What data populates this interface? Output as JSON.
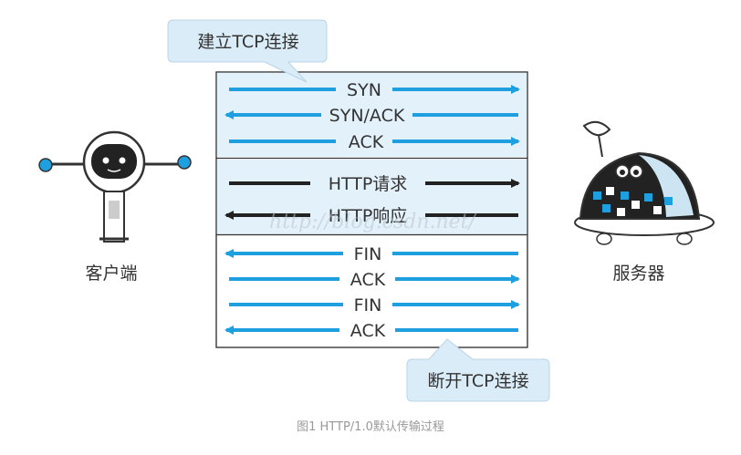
{
  "callouts": {
    "establish": "建立TCP连接",
    "disconnect": "断开TCP连接"
  },
  "actors": {
    "client": "客户端",
    "server": "服务器"
  },
  "handshake": [
    "SYN",
    "SYN/ACK",
    "ACK"
  ],
  "http": [
    "HTTP请求",
    "HTTP响应"
  ],
  "teardown": [
    "FIN",
    "ACK",
    "FIN",
    "ACK"
  ],
  "watermark": "http://blog.csdn.net/",
  "caption": "图1 HTTP/1.0默认传输过程",
  "colors": {
    "blue_arrow": "#1ea0e0",
    "dark_arrow": "#222222",
    "panel_fill": "#e3f1fb",
    "callout_fill": "#d9ecf8"
  }
}
